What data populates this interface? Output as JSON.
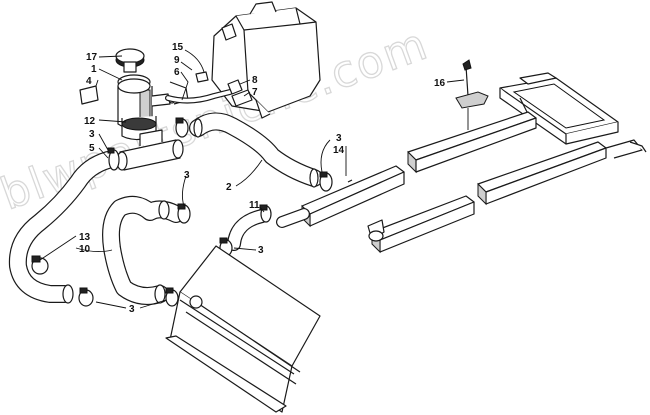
{
  "watermark": "blwpartsniche.com",
  "colors": {
    "hose_fill": "#ffffff",
    "hose_shadow": "#b8b8b8"
  },
  "callouts": [
    {
      "id": "c17",
      "label": "17"
    },
    {
      "id": "c1",
      "label": "1"
    },
    {
      "id": "c4",
      "label": "4"
    },
    {
      "id": "c15",
      "label": "15"
    },
    {
      "id": "c9",
      "label": "9"
    },
    {
      "id": "c6",
      "label": "6"
    },
    {
      "id": "c8",
      "label": "8"
    },
    {
      "id": "c7",
      "label": "7"
    },
    {
      "id": "c16",
      "label": "16"
    },
    {
      "id": "c12",
      "label": "12"
    },
    {
      "id": "c3a",
      "label": "3"
    },
    {
      "id": "c5",
      "label": "5"
    },
    {
      "id": "c3b",
      "label": "3"
    },
    {
      "id": "c14",
      "label": "14"
    },
    {
      "id": "c2",
      "label": "2"
    },
    {
      "id": "c3c",
      "label": "3"
    },
    {
      "id": "c11",
      "label": "11"
    },
    {
      "id": "c13",
      "label": "13"
    },
    {
      "id": "c10",
      "label": "10"
    },
    {
      "id": "c3d",
      "label": "3"
    },
    {
      "id": "c3e",
      "label": "3"
    }
  ]
}
